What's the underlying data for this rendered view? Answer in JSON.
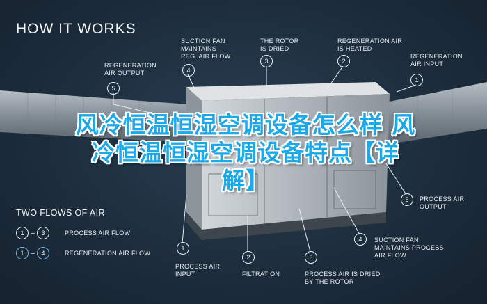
{
  "title": "HOW IT WORKS",
  "overlay_text": "风冷恒温恒湿空调设备怎么样 风冷恒温恒湿空调设备特点【详解】",
  "callouts_top": [
    {
      "num": "5",
      "lines": [
        "REGENERATION",
        "AIR OUTPUT"
      ]
    },
    {
      "num": "4",
      "lines": [
        "SUCTION FAN",
        "MAINTAINS",
        "REG. AIR FLOW"
      ]
    },
    {
      "num": "3",
      "lines": [
        "THE ROTOR",
        "IS DRIED"
      ]
    },
    {
      "num": "2",
      "lines": [
        "REGENERATION AIR",
        "IS HEATED"
      ]
    },
    {
      "num": "1",
      "lines": [
        "REGENERATION",
        "AIR INPUT"
      ]
    }
  ],
  "callouts_bottom": [
    {
      "num": "1",
      "lines": [
        "PROCESS AIR",
        "INPUT"
      ]
    },
    {
      "num": "2",
      "lines": [
        "FILTRATION"
      ]
    },
    {
      "num": "3",
      "lines": [
        "PROCESS AIR IS DRIED",
        "BY THE ROTOR"
      ]
    },
    {
      "num": "4",
      "lines": [
        "SUCTION FAN",
        "MAINTAINS PROCESS",
        "AIR FLOW"
      ]
    },
    {
      "num": "5",
      "lines": [
        "PROCESS AIR",
        "OUTPUT"
      ]
    }
  ],
  "flows": {
    "title": "TWO FLOWS OF AIR",
    "rows": [
      {
        "from": "1",
        "to": "3",
        "label": "PROCESS AIR FLOW"
      },
      {
        "from": "1",
        "to": "4",
        "label": "REGENERATION AIR FLOW"
      }
    ]
  },
  "colors": {
    "background": "#1c2c3b",
    "duct": "#9aa3ab",
    "unit": "#b9bfc4",
    "overlay_text": "#1da8e8"
  }
}
